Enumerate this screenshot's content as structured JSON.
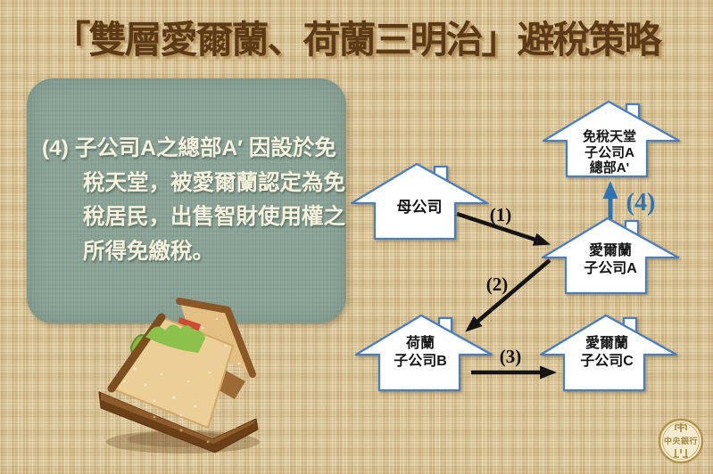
{
  "title": "「雙層愛爾蘭、荷蘭三明治」避稅策略",
  "note": {
    "lines": [
      "(4) 子公司A之總部A′ 因設於免",
      "稅天堂，被愛爾蘭認定為免",
      "稅居民，出售智財使用權之",
      "所得免繳稅。"
    ]
  },
  "diagram": {
    "houses": {
      "parent": {
        "lines": [
          "母公司"
        ]
      },
      "tax_haven": {
        "lines": [
          "免稅天堂",
          "子公司A",
          "總部A'"
        ]
      },
      "ireland_a": {
        "lines": [
          "愛爾蘭",
          "子公司A"
        ]
      },
      "netherlands_b": {
        "lines": [
          "荷蘭",
          "子公司B"
        ]
      },
      "ireland_c": {
        "lines": [
          "愛爾蘭",
          "子公司C"
        ]
      }
    },
    "arrow_labels": {
      "a1": "(1)",
      "a2": "(2)",
      "a3": "(3)",
      "a4": "(4)"
    }
  },
  "logo": {
    "name": "中央銀行"
  },
  "colors": {
    "background": "#d9c294",
    "title_text": "#5c3a17",
    "note_bg": "#89a296",
    "note_text": "#f7f2dd",
    "house_border": "#4a7ebf",
    "arrow_black": "#141414",
    "arrow_blue": "#2e74b5",
    "logo_gold": "#b3924a"
  }
}
